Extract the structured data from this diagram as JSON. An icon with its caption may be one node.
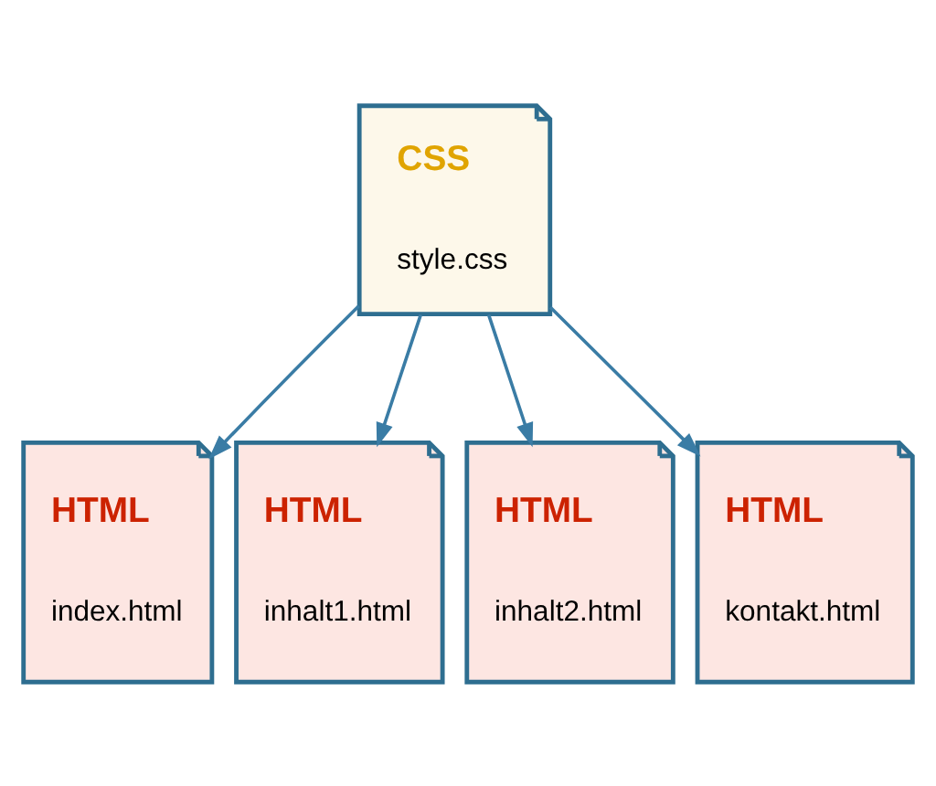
{
  "diagram": {
    "nodes": [
      {
        "text": [
          "CSS",
          "style.css"
        ]
      },
      {
        "text": [
          "HTML",
          "index.html"
        ]
      },
      {
        "text": [
          "HTML",
          "inhalt1.html"
        ]
      },
      {
        "text": [
          "HTML",
          "inhalt2.html"
        ]
      },
      {
        "text": [
          "HTML",
          "kontakt.html"
        ]
      }
    ],
    "edges": [
      {
        "from": 0,
        "to": 1,
        "arrow": "to"
      },
      {
        "from": 0,
        "to": 2,
        "arrow": "to"
      },
      {
        "from": 0,
        "to": 3,
        "arrow": "to"
      },
      {
        "from": 0,
        "to": 4,
        "arrow": "to"
      }
    ]
  }
}
